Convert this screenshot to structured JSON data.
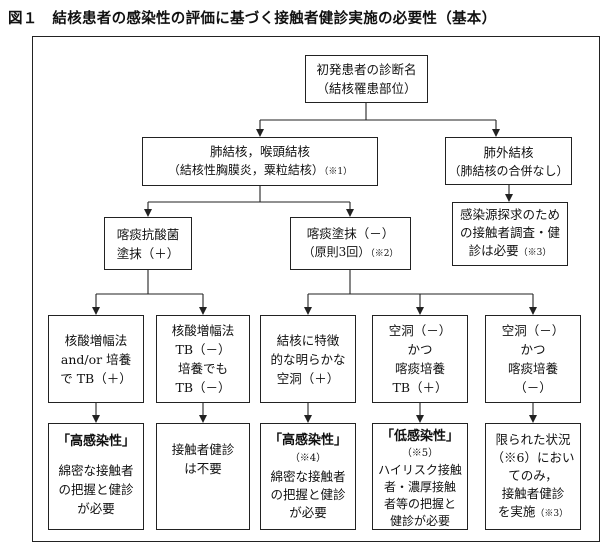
{
  "title": "図１　結核患者の感染性の評価に基づく接触者健診実施の必要性（基本）",
  "boxes": {
    "initial": {
      "line1": "初発患者の診断名",
      "line2": "（結核罹患部位）"
    },
    "pulmonary": {
      "line1": "肺結核，喉頭結核",
      "line2": "（結核性胸膜炎，粟粒結核）",
      "note": "（※1）"
    },
    "extrapulmonary": {
      "line1": "肺外結核",
      "line2": "（肺結核の合併なし）"
    },
    "source_search": {
      "line1": "感染源探求のため",
      "line2": "の接触者調査・健",
      "line3": "診は必要",
      "note": "（※3）"
    },
    "smear_positive": {
      "line1": "喀痰抗酸菌",
      "line2": "塗抹（＋）"
    },
    "smear_negative": {
      "line1": "喀痰塗抹（－）",
      "line2": "（原則3回）",
      "note": "（※2）"
    },
    "naat_positive": {
      "line1": "核酸増幅法",
      "line2": "and/or 培養",
      "line3": "で TB（＋）"
    },
    "naat_negative": {
      "line1": "核酸増幅法",
      "line2": "TB（－）",
      "line3": "培養でも",
      "line4": "TB（－）"
    },
    "cavity": {
      "line1": "結核に特徴",
      "line2": "的な明らかな",
      "line3": "空洞（＋）"
    },
    "no_cavity_culture_pos": {
      "line1": "空洞（－）",
      "line2": "かつ",
      "line3": "喀痰培養",
      "line4": "TB（＋）"
    },
    "no_cavity_culture_neg": {
      "line1": "空洞（－）",
      "line2": "かつ",
      "line3": "喀痰培養",
      "line4": "（－）"
    },
    "high_infectious_1": {
      "header": "「高感染性」",
      "line1": "綿密な接触者",
      "line2": "の把握と健診",
      "line3": "が必要"
    },
    "no_exam_needed": {
      "line1": "接触者健診",
      "line2": "は不要"
    },
    "high_infectious_2": {
      "header": "「高感染性」",
      "note": "（※4）",
      "line1": "綿密な接触者",
      "line2": "の把握と健診",
      "line3": "が必要"
    },
    "low_infectious": {
      "header": "「低感染性」",
      "note": "（※5）",
      "line1": "ハイリスク接触",
      "line2": "者・濃厚接触",
      "line3": "者等の把握と",
      "line4": "健診が必要"
    },
    "limited": {
      "line1": "限られた状況",
      "line2": "（※6）におい",
      "line3": "てのみ，",
      "line4": "接触者健診",
      "line5": "を実施",
      "note": "（※3）"
    }
  }
}
